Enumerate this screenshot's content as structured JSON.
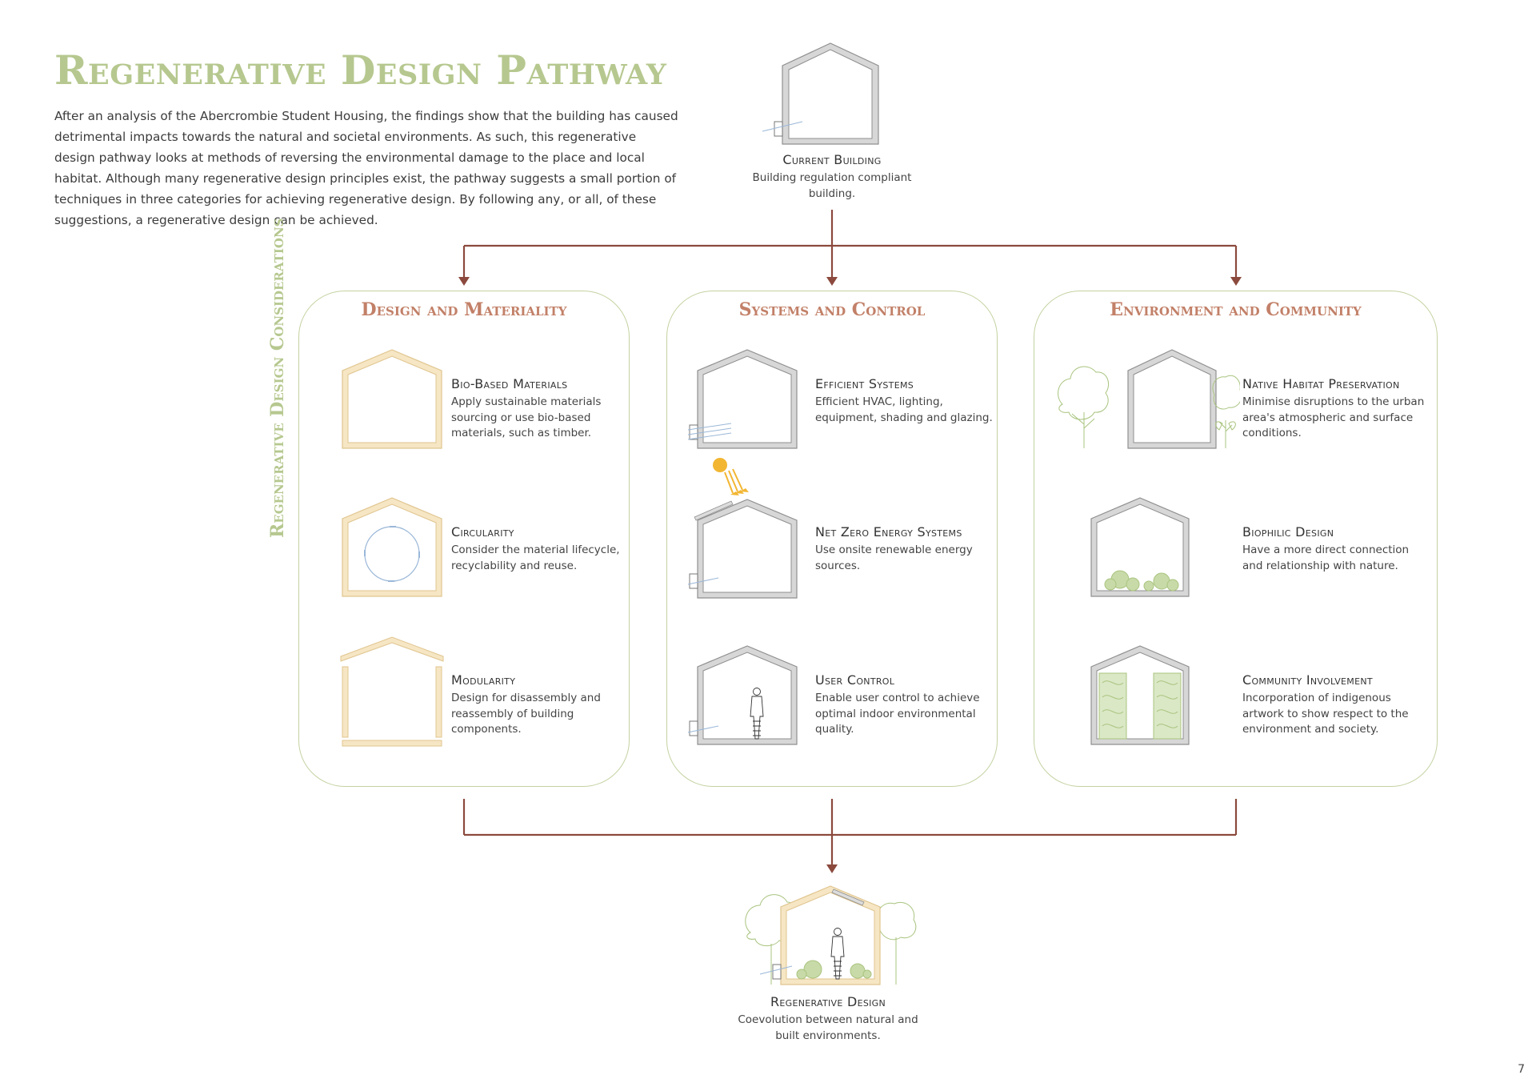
{
  "page": {
    "title": "Regenerative Design Pathway",
    "intro": "After an analysis of the Abercrombie Student Housing, the findings show that the building has caused detrimental impacts towards the natural and societal environments. As such, this regenerative design pathway looks at methods of reversing the environmental damage to the place and local habitat. Although many regenerative design principles exist, the pathway suggests a small portion of techniques in three categories for achieving regenerative design. By following any, or all, of these suggestions, a regenerative design can be achieved.",
    "page_number": "7"
  },
  "current_building": {
    "title": "Current Building",
    "desc": "Building regulation compliant building."
  },
  "considerations_label": "Regenerative Design Considerations",
  "categories": [
    {
      "title": "Design and Materiality",
      "items": [
        {
          "title": "Bio-Based Materials",
          "desc": "Apply sustainable materials sourcing or use bio-based materials, such as timber."
        },
        {
          "title": "Circularity",
          "desc": "Consider the material lifecycle, recyclability and reuse."
        },
        {
          "title": "Modularity",
          "desc": "Design for disassembly and reassembly of building components."
        }
      ]
    },
    {
      "title": "Systems and Control",
      "items": [
        {
          "title": "Efficient Systems",
          "desc": "Efficient HVAC, lighting, equipment, shading and glazing."
        },
        {
          "title": "Net Zero Energy Systems",
          "desc": "Use onsite renewable energy sources."
        },
        {
          "title": "User Control",
          "desc": "Enable user control to achieve optimal indoor environmental quality."
        }
      ]
    },
    {
      "title": "Environment and Community",
      "items": [
        {
          "title": "Native Habitat Preservation",
          "desc": "Minimise disruptions to the urban area's atmospheric and surface conditions."
        },
        {
          "title": "Biophilic Design",
          "desc": "Have a more direct connection and relationship with nature."
        },
        {
          "title": "Community Involvement",
          "desc": "Incorporation of indigenous artwork to show respect to the environment and society."
        }
      ]
    }
  ],
  "result": {
    "title": "Regenerative Design",
    "desc": "Coevolution between natural and built environments."
  },
  "colors": {
    "title_green": "#b6c88f",
    "heading_terracotta": "#c28068",
    "arrow_brown": "#8b4a3d",
    "panel_border": "#c3d2a1",
    "timber_fill": "#f6e6c4",
    "timber_stroke": "#e0c58f",
    "concrete_fill": "#d7d7d7",
    "concrete_stroke": "#8f8f8f",
    "sun_yellow": "#f2b632",
    "arrow_blue": "#9ab7d8",
    "plant_green": "#a9c47f"
  }
}
